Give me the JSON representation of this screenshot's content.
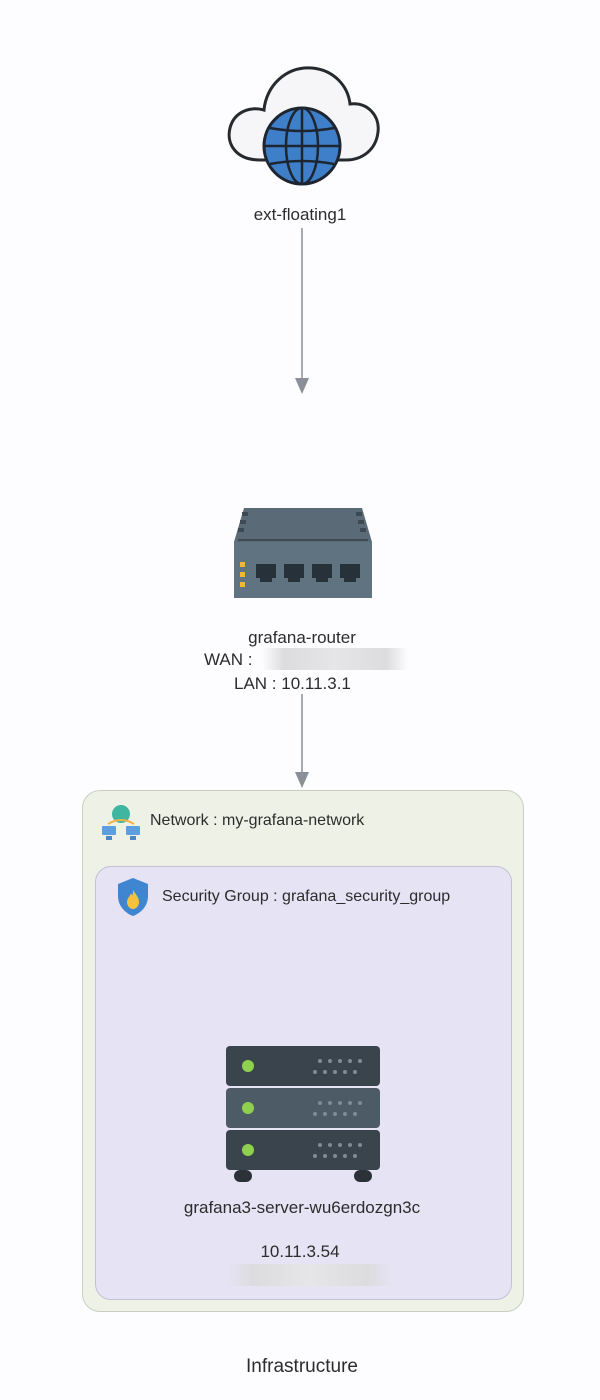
{
  "nodes": {
    "external_network": {
      "label": "ext-floating1",
      "icon": "cloud-globe-icon"
    },
    "router": {
      "name": "grafana-router",
      "wan_label": "WAN :",
      "lan_label": "LAN : 10.11.3.1",
      "icon": "router-icon"
    },
    "network": {
      "label": "Network : my-grafana-network",
      "icon": "network-icon"
    },
    "security_group": {
      "label": "Security Group : grafana_security_group",
      "icon": "security-shield-icon"
    },
    "server": {
      "name": "grafana3-server-wu6erdozgn3c",
      "ip": "10.11.3.54",
      "icon": "server-rack-icon"
    }
  },
  "footer": {
    "title": "Infrastructure"
  },
  "colors": {
    "network_bg": "#eef2e6",
    "security_group_bg": "#e6e3f4",
    "connector": "#8a8f98",
    "router_body": "#5a6b77",
    "server_body": "#3c4750",
    "server_led": "#8fd14f"
  }
}
